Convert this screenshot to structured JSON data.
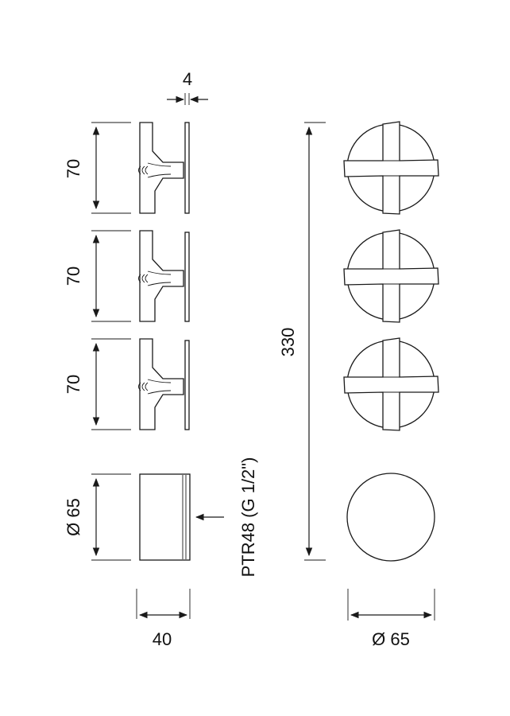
{
  "drawing": {
    "dimensions": {
      "plate_thickness": "4",
      "handle_height_1": "70",
      "handle_height_2": "70",
      "handle_height_3": "70",
      "body_diameter": "Ø 65",
      "body_depth": "40",
      "overall_height": "330",
      "front_diameter": "Ø 65"
    },
    "callout": "PTR48 (G 1/2\")"
  }
}
